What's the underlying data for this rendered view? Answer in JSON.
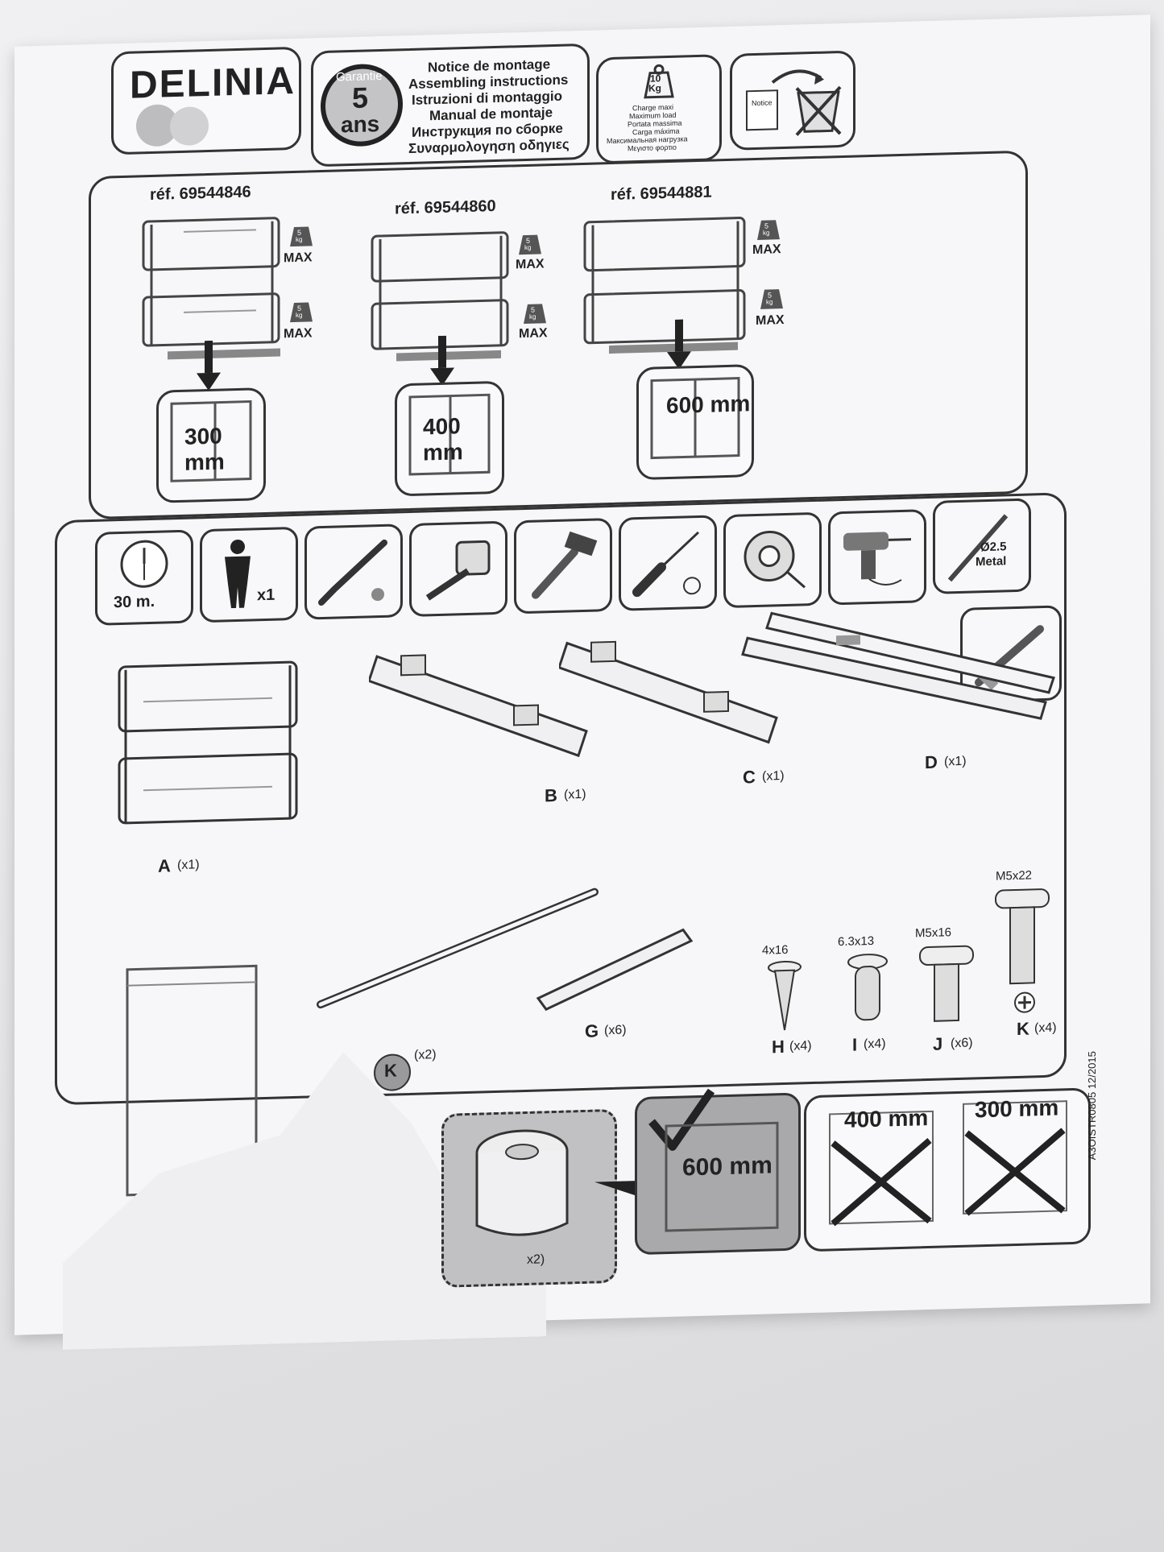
{
  "brand": {
    "name": "DELINIA"
  },
  "guarantee": {
    "top": "Garantie",
    "years": "5",
    "unit": "ans"
  },
  "instructions_titles": [
    "Notice de montage",
    "Assembling instructions",
    "Istruzioni di montaggio",
    "Manual de montaje",
    "Инструкция по сборке",
    "Συναρμολογηση οδηγιες"
  ],
  "load": {
    "value": "10",
    "unit": "Kg",
    "labels": [
      "Charge maxi",
      "Maximum load",
      "Portata massima",
      "Carga máxima",
      "Максимальная нагрузка",
      "Μεγιστο φορτιο"
    ]
  },
  "notice_label": "Notice",
  "products": [
    {
      "ref": "réf. 69544846",
      "width": "300 mm",
      "upper": {
        "kg": "5",
        "max": "MAX"
      },
      "lower": {
        "kg": "5",
        "max": "MAX"
      }
    },
    {
      "ref": "réf. 69544860",
      "width": "400 mm",
      "upper": {
        "kg": "5",
        "max": "MAX"
      },
      "lower": {
        "kg": "5",
        "max": "MAX"
      }
    },
    {
      "ref": "réf. 69544881",
      "width": "600 mm",
      "upper": {
        "kg": "5",
        "max": "MAX"
      },
      "lower": {
        "kg": "5",
        "max": "MAX"
      }
    }
  ],
  "kg_unit": "kg",
  "tools": {
    "time": "30 m.",
    "persons": "x1",
    "drill_bit": "Ø2.5",
    "drill_bit_material": "Metal"
  },
  "parts": [
    {
      "letter": "A",
      "qty": "(x1)"
    },
    {
      "letter": "B",
      "qty": "(x1)"
    },
    {
      "letter": "C",
      "qty": "(x1)"
    },
    {
      "letter": "D",
      "qty": "(x1)"
    },
    {
      "letter": "G",
      "qty": "(x6)"
    },
    {
      "letter": "H",
      "qty": "(x4)",
      "size": "4x16"
    },
    {
      "letter": "I",
      "qty": "(x4)",
      "size": "6.3x13"
    },
    {
      "letter": "J",
      "qty": "(x6)",
      "size": "M5x16"
    },
    {
      "letter": "K",
      "qty": "(x4)",
      "size": "M5x22"
    }
  ],
  "torn_label": {
    "letter": "K",
    "qty": "(x2)",
    "qty2": "x2)"
  },
  "compat": {
    "ok": "600 mm",
    "no1": "400 mm",
    "no2": "300 mm"
  },
  "doc_code": "A3OISTR0805 12/2015"
}
